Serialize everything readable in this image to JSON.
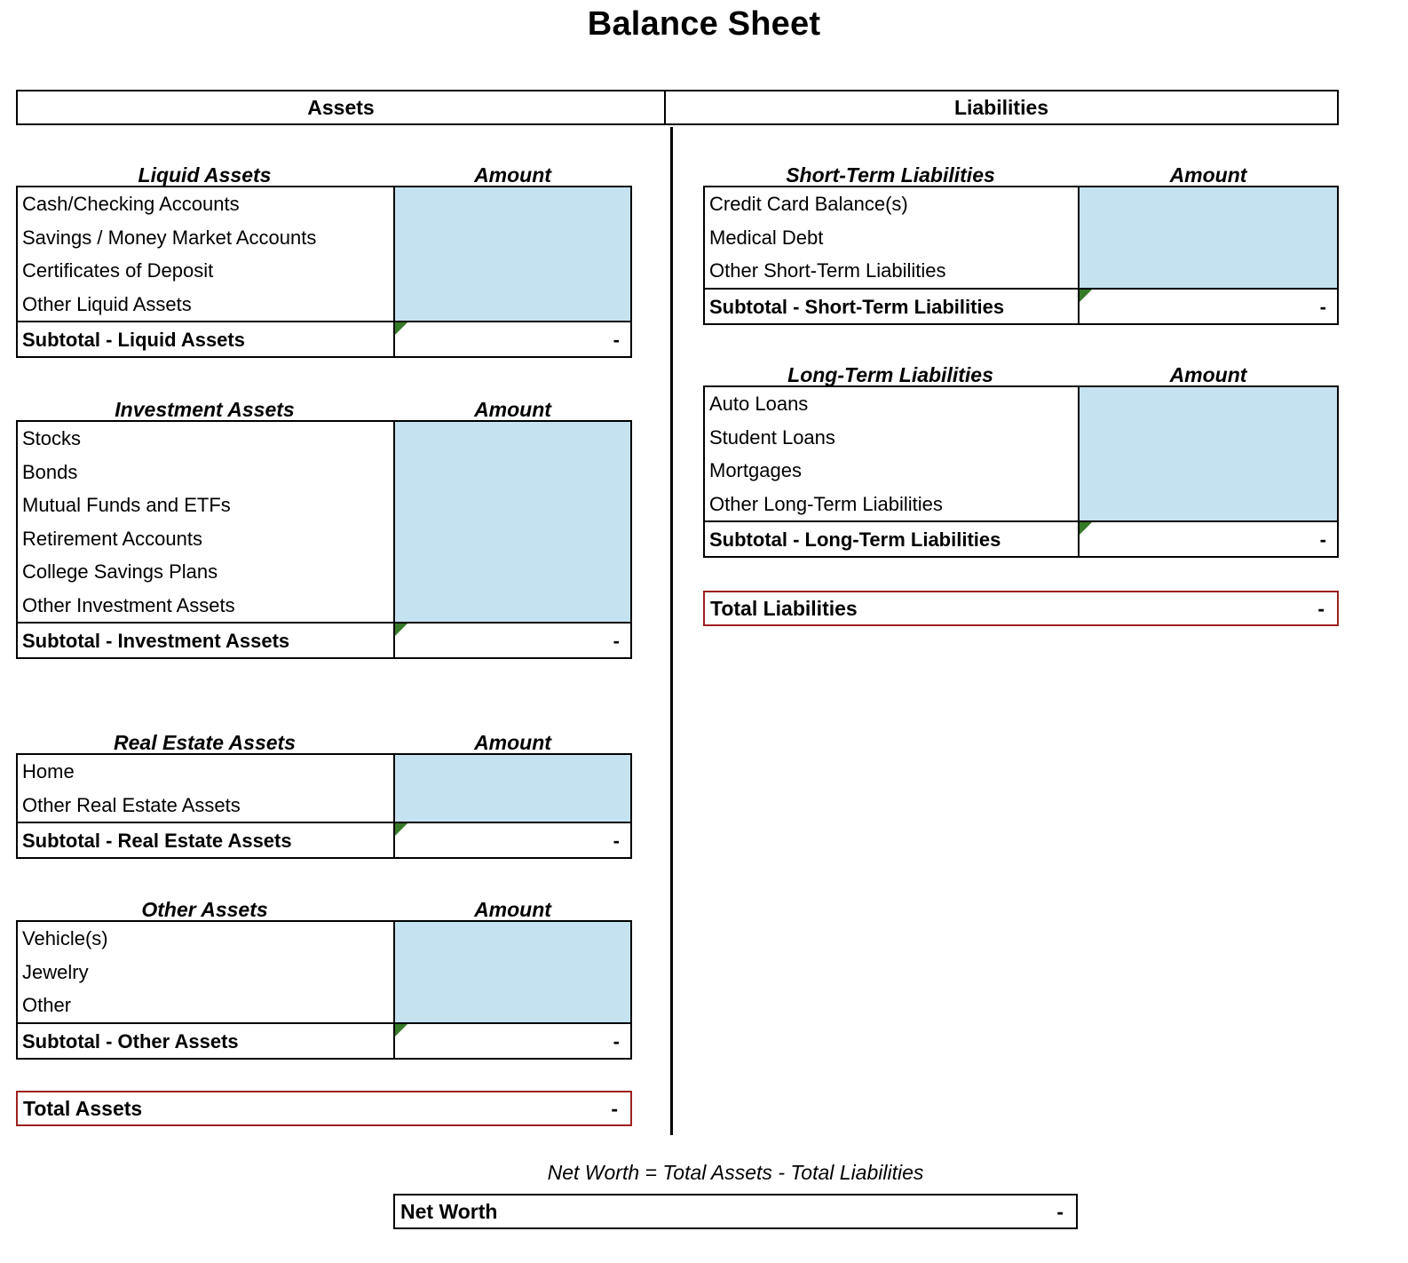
{
  "page": {
    "title": "Balance Sheet",
    "dash": "-",
    "amount_header": "Amount",
    "colors": {
      "input_cell_fill": "#c5e2f0",
      "total_border": "#9e2020",
      "formula_marker": "#357a28",
      "grid_line": "#000000",
      "page_background": "#ffffff"
    }
  },
  "columns": {
    "assets_header": "Assets",
    "liabilities_header": "Liabilities"
  },
  "assets": {
    "sections": [
      {
        "heading": "Liquid Assets",
        "amount_heading": "Amount",
        "items": [
          "Cash/Checking Accounts",
          "Savings / Money Market Accounts",
          "Certificates of Deposit",
          "Other Liquid Assets"
        ],
        "subtotal_label": "Subtotal - Liquid Assets",
        "subtotal_value": "-"
      },
      {
        "heading": "Investment Assets",
        "amount_heading": "Amount",
        "items": [
          "Stocks",
          "Bonds",
          "Mutual Funds and ETFs",
          "Retirement Accounts",
          "College Savings Plans",
          "Other Investment Assets"
        ],
        "subtotal_label": "Subtotal - Investment Assets",
        "subtotal_value": "-"
      },
      {
        "heading": "Real Estate Assets",
        "amount_heading": "Amount",
        "items": [
          "Home",
          "Other Real Estate Assets"
        ],
        "subtotal_label": "Subtotal - Real Estate Assets",
        "subtotal_value": "-"
      },
      {
        "heading": "Other Assets",
        "amount_heading": "Amount",
        "items": [
          "Vehicle(s)",
          "Jewelry",
          "Other"
        ],
        "subtotal_label": "Subtotal - Other Assets",
        "subtotal_value": "-"
      }
    ],
    "total_label": "Total Assets",
    "total_value": "-"
  },
  "liabilities": {
    "sections": [
      {
        "heading": "Short-Term Liabilities",
        "amount_heading": "Amount",
        "items": [
          "Credit Card Balance(s)",
          "Medical Debt",
          "Other Short-Term Liabilities"
        ],
        "subtotal_label": "Subtotal - Short-Term Liabilities",
        "subtotal_value": "-"
      },
      {
        "heading": "Long-Term Liabilities",
        "amount_heading": "Amount",
        "items": [
          "Auto Loans",
          "Student Loans",
          "Mortgages",
          "Other Long-Term Liabilities"
        ],
        "subtotal_label": "Subtotal - Long-Term Liabilities",
        "subtotal_value": "-"
      }
    ],
    "total_label": "Total Liabilities",
    "total_value": "-"
  },
  "net_worth": {
    "formula": "Net Worth = Total Assets - Total Liabilities",
    "label": "Net Worth",
    "value": "-"
  }
}
